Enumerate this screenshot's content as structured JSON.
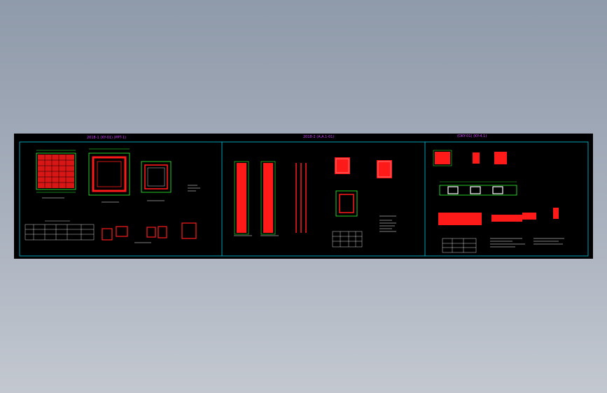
{
  "colors": {
    "background_top": "#8f9aaa",
    "background_bottom": "#c3c8d0",
    "sheet": "#000000",
    "frame": "#00c8e6",
    "rebar": "#ff1a1a",
    "outline": "#30ff30",
    "text": "#ffffff",
    "title": "#d23cff"
  },
  "sheets": [
    {
      "title": "2018-1 (KY-01)  (PPT-1)"
    },
    {
      "title": "2018-2  (A.A.1-01)"
    },
    {
      "title": "(DKY-01)  (KY-4.1)"
    }
  ]
}
